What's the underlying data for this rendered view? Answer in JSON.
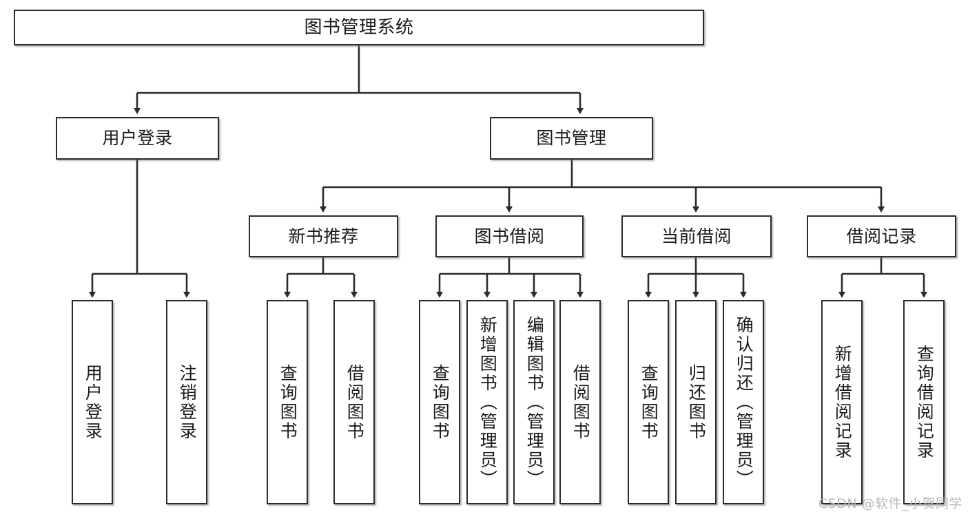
{
  "diagram": {
    "title": "图书管理系统",
    "type": "tree",
    "orientation": "top-down",
    "line_color": "#2b2b2b",
    "box_fill": "#ffffff",
    "text_color": "#1a1a1a",
    "watermark": "CSDN @软件_小贺同学"
  },
  "nodes": {
    "root": {
      "label": "图书管理系统"
    },
    "level2": [
      {
        "id": "user-login",
        "label": "用户登录"
      },
      {
        "id": "book-management",
        "label": "图书管理"
      }
    ],
    "level3": [
      {
        "id": "new-book-recommend",
        "label": "新书推荐"
      },
      {
        "id": "book-borrow",
        "label": "图书借阅"
      },
      {
        "id": "current-borrow",
        "label": "当前借阅"
      },
      {
        "id": "borrow-record",
        "label": "借阅记录"
      }
    ],
    "leaves": {
      "user_login": [
        {
          "id": "leaf-user-login",
          "label": "用户登录"
        },
        {
          "id": "leaf-logout",
          "label": "注销登录"
        }
      ],
      "new_book_recommend": [
        {
          "id": "leaf-query-book-1",
          "label": "查询图书"
        },
        {
          "id": "leaf-borrow-book-1",
          "label": "借阅图书"
        }
      ],
      "book_borrow": [
        {
          "id": "leaf-query-book-2",
          "label": "查询图书"
        },
        {
          "id": "leaf-add-book",
          "label": "新增图书（管理员）"
        },
        {
          "id": "leaf-edit-book",
          "label": "编辑图书（管理员）"
        },
        {
          "id": "leaf-borrow-book-2",
          "label": "借阅图书"
        }
      ],
      "current_borrow": [
        {
          "id": "leaf-query-book-3",
          "label": "查询图书"
        },
        {
          "id": "leaf-return-book",
          "label": "归还图书"
        },
        {
          "id": "leaf-confirm-return",
          "label": "确认归还（管理员）"
        }
      ],
      "borrow_record": [
        {
          "id": "leaf-add-record",
          "label": "新增借阅记录"
        },
        {
          "id": "leaf-query-record",
          "label": "查询借阅记录"
        }
      ]
    }
  }
}
